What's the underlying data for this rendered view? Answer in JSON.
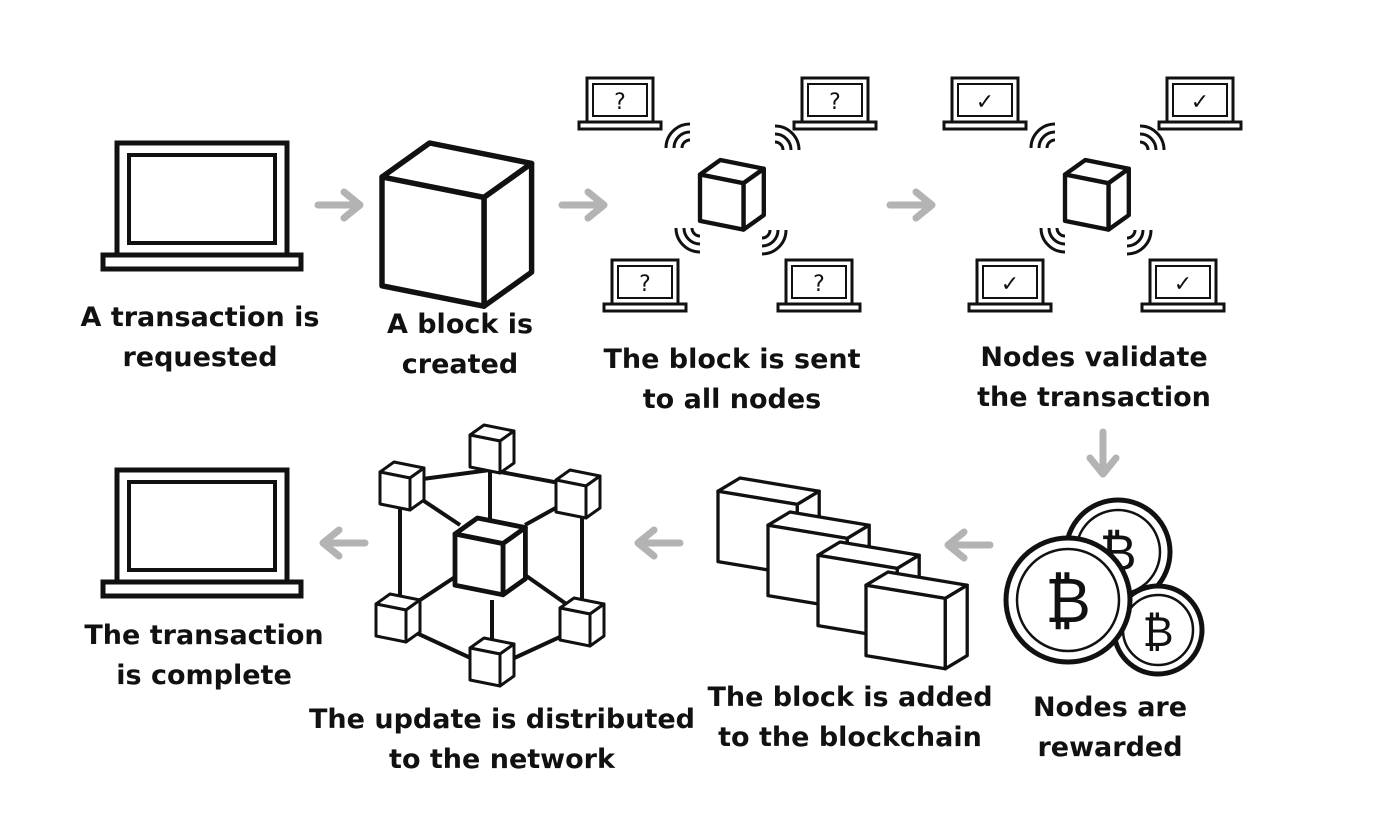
{
  "steps": {
    "requested": {
      "line1": "A transaction is",
      "line2": "requested"
    },
    "created": {
      "line1": "A block is",
      "line2": "created"
    },
    "sent": {
      "line1": "The block is sent",
      "line2": "to all nodes"
    },
    "validate": {
      "line1": "Nodes validate",
      "line2": "the transaction"
    },
    "rewarded": {
      "line1": "Nodes are",
      "line2": "rewarded"
    },
    "added": {
      "line1": "The block is added",
      "line2": "to the blockchain"
    },
    "distributed": {
      "line1": "The update is distributed",
      "line2": "to the network"
    },
    "complete": {
      "line1": "The transaction",
      "line2": "is complete"
    }
  },
  "symbols": {
    "unknown": "?",
    "valid": "✓",
    "coin": "₿"
  },
  "colors": {
    "ink": "#111111",
    "arrow": "#b3b3b3",
    "background": "#ffffff"
  }
}
